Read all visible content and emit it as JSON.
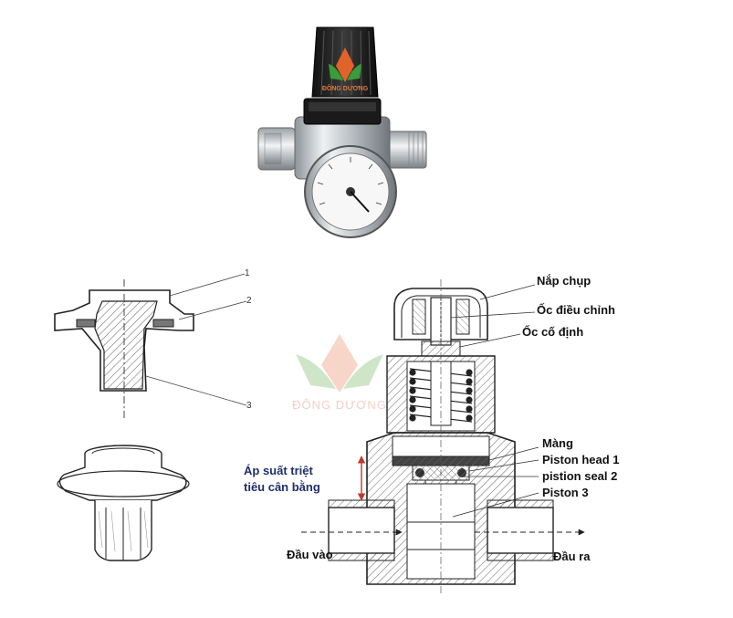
{
  "product_photo": {
    "brand_text": "ĐÔNG DƯƠNG",
    "gauge_icon": "pressure-gauge-icon"
  },
  "watermark": {
    "text": "ĐÔNG DƯƠNG",
    "logo_icon": "leaf-logo-icon"
  },
  "part_numbers": [
    "1",
    "2",
    "3"
  ],
  "regulator_labels": {
    "cap": "Nắp chụp",
    "adjust_screw": "Ốc điều chỉnh",
    "fixed_nut": "Ốc cố định",
    "membrane": "Màng",
    "piston_head": "Piston head 1",
    "piston_seal": "pistion seal 2",
    "piston": "Piston 3",
    "balance_line1": "Áp suất triệt",
    "balance_line2": "tiêu cân bằng",
    "inlet": "Đầu vào",
    "outlet": "Đầu ra"
  },
  "colors": {
    "line": "#222222",
    "hatch": "#555555",
    "brand_blue": "#1f2f6b",
    "arrow_red": "#c0392b",
    "watermark_orange": "#f0b8a8",
    "watermark_green": "#b9d8b0"
  }
}
